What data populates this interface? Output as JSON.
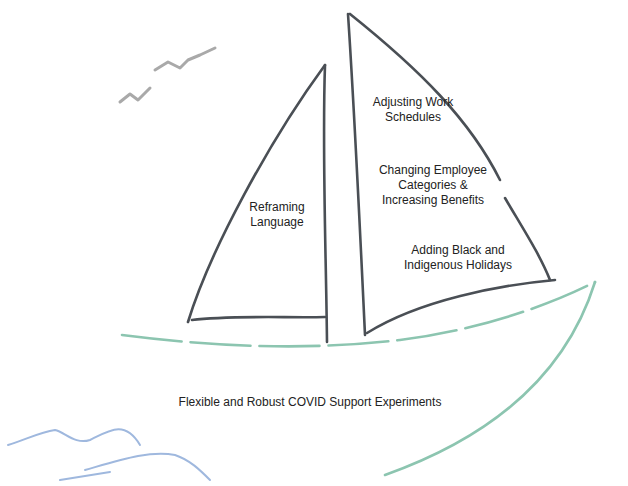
{
  "diagram": {
    "nodes": [
      {
        "text": [
          "Reframing Language"
        ]
      },
      {
        "text": [
          "Adjusting Work Schedules",
          "Changing Employee Categories & Increasing Benefits",
          "Adding Black and Indigenous Holidays"
        ]
      },
      {
        "text": [
          "Flexible and Robust COVID Support Experiments"
        ]
      }
    ]
  }
}
